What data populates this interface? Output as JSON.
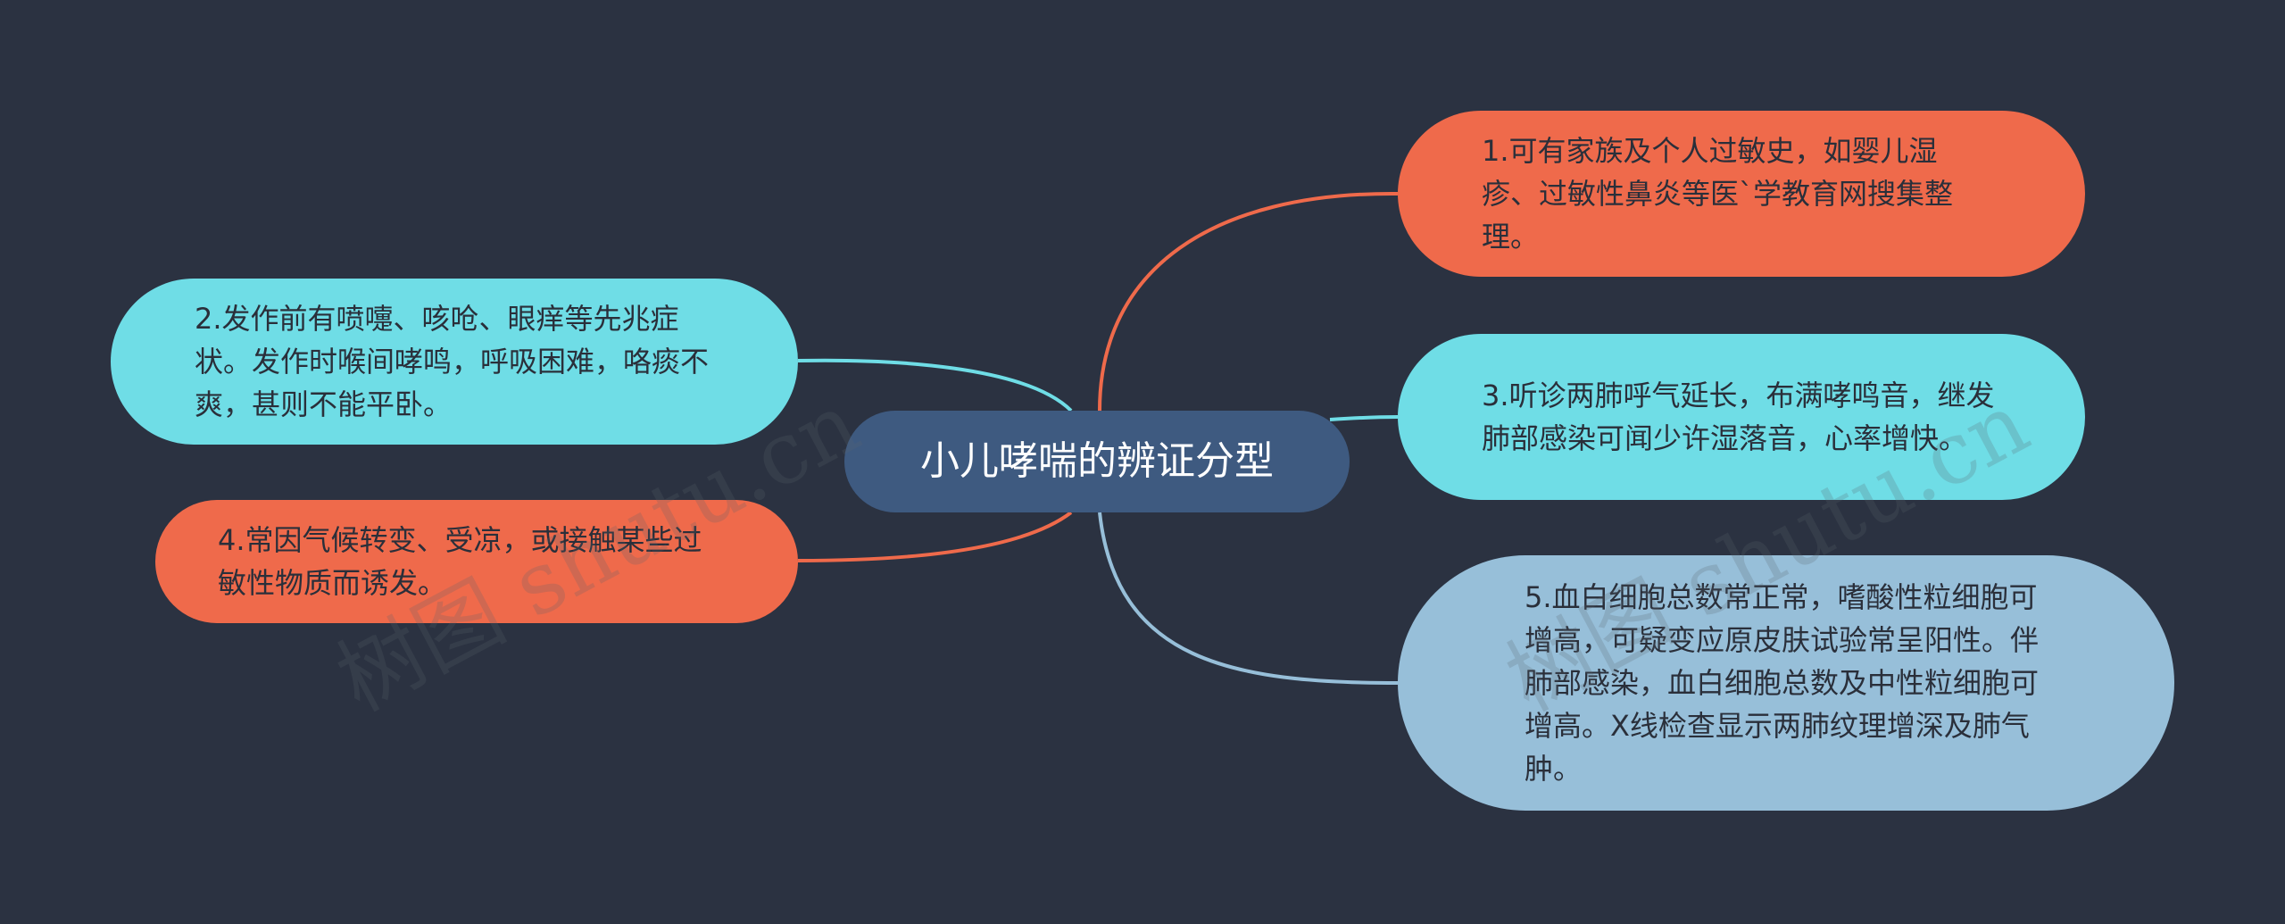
{
  "mindmap": {
    "root": "小儿哮喘的辨证分型",
    "nodes": [
      {
        "id": 1,
        "text": "1.可有家族及个人过敏史，如婴儿湿疹、过敏性鼻炎等医`学教育网搜集整理。",
        "color": "#ef6a4b"
      },
      {
        "id": 2,
        "text": "2.发作前有喷嚏、咳呛、眼痒等先兆症状。发作时喉间哮鸣，呼吸困难，咯痰不爽，甚则不能平卧。",
        "color": "#6fdde6"
      },
      {
        "id": 3,
        "text": "3.听诊两肺呼气延长，布满哮鸣音，继发肺部感染可闻少许湿落音，心率增快。",
        "color": "#6fdde6"
      },
      {
        "id": 4,
        "text": "4.常因气候转变、受凉，或接触某些过敏性物质而诱发。",
        "color": "#ef6a4b"
      },
      {
        "id": 5,
        "text": "5.血白细胞总数常正常，嗜酸性粒细胞可增高，可疑变应原皮肤试验常呈阳性。伴肺部感染，血白细胞总数及中性粒细胞可增高。X线检查显示两肺纹理增深及肺气肿。",
        "color": "#97bfd9"
      }
    ],
    "root_color": "#3e5a80",
    "background_color": "#2b3241"
  },
  "watermark": {
    "left": "树图 shutu.cn",
    "right": "树图 shutu.cn"
  }
}
